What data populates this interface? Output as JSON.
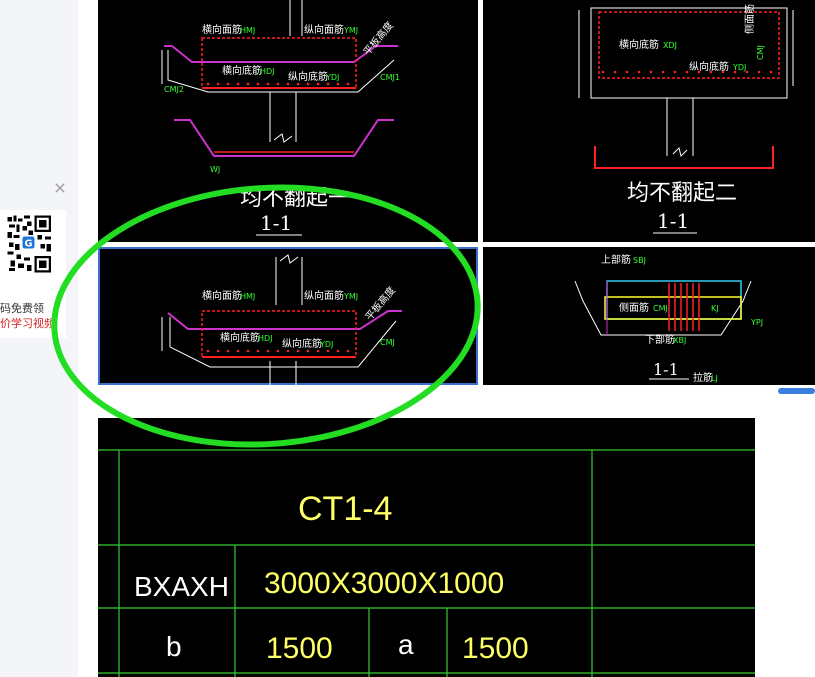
{
  "left_panel": {
    "close_symbol": "×",
    "promo_line1": "码免费领",
    "promo_line2": "价学习视频"
  },
  "panels": {
    "top_left": {
      "caption": "均不翻起一",
      "section": "1-1",
      "labels": {
        "transverse_top": "横向面筋",
        "longitudinal_top": "纵向面筋",
        "transverse_bottom": "横向底筋",
        "longitudinal_bottom": "纵向底筋",
        "side": "平板高度"
      },
      "codes": {
        "hmj": "HMJ",
        "zmj": "YMJ",
        "hdj": "HDJ",
        "zdj": "YDJ",
        "cmj1": "CMJ1",
        "cmj2": "CMJ2",
        "wj": "WJ"
      }
    },
    "top_right": {
      "caption": "均不翻起二",
      "section": "1-1",
      "labels": {
        "transverse_bottom": "横向底筋",
        "longitudinal_bottom": "纵向底筋",
        "side": "侧面筋"
      },
      "codes": {
        "hdj": "XDJ",
        "zdj": "YDJ",
        "cmj": "CMJ"
      }
    },
    "mid_left": {
      "labels": {
        "transverse_top": "横向面筋",
        "longitudinal_top": "纵向面筋",
        "transverse_bottom": "横向底筋",
        "longitudinal_bottom": "纵向底筋",
        "side": "平板高度"
      },
      "codes": {
        "hmj": "HMJ",
        "zmj": "YMJ",
        "hdj": "HDJ",
        "zdj": "YDJ",
        "cmj": "CMJ"
      }
    },
    "mid_right": {
      "section": "1-1",
      "labels": {
        "top": "上部筋",
        "side": "侧面筋",
        "bottom": "下部筋",
        "tie": "拉筋"
      },
      "codes": {
        "sbj": "SBJ",
        "cmj": "CMJ",
        "xbj": "XBJ",
        "lj": "LJ",
        "kj": "KJ",
        "ypj": "YPJ"
      }
    }
  },
  "table": {
    "title": "CT1-4",
    "row1_label": "BXAXH",
    "row1_value": "3000X3000X1000",
    "row2_b_label": "b",
    "row2_b_value": "1500",
    "row2_a_label": "a",
    "row2_a_value": "1500"
  },
  "colors": {
    "cad_background": "#000000",
    "grid_line": "#33cc33",
    "rebar_red": "#ff2020",
    "outline_magenta": "#cc33cc",
    "text_yellow": "#ffff66",
    "annotation_circle": "#22dd22"
  }
}
